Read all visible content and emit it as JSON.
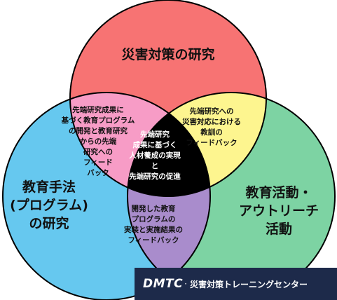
{
  "diagram": {
    "circles": {
      "top": {
        "label": [
          "災害対策の研究"
        ],
        "color": "#f77373"
      },
      "left": {
        "label": [
          "教育手法",
          "(プログラム)",
          "の研究"
        ],
        "color": "#66c8ef"
      },
      "right": {
        "label": [
          "教育活動・",
          "アウトリーチ",
          "活動"
        ],
        "color": "#7dd3a3"
      }
    },
    "overlaps": {
      "top_left": {
        "lines": [
          "先端研究成果に",
          "基づく教育プログラム",
          "の開発と教育研究",
          "からの先端",
          "研究への",
          "フィード",
          "バック"
        ],
        "color": "#f79cc6"
      },
      "top_right": {
        "lines": [
          "先端研究への",
          "災害対応における",
          "教訓の",
          "フィードバック"
        ],
        "color": "#fdf58f"
      },
      "left_right": {
        "lines": [
          "開発した教育",
          "プログラムの",
          "実装と実施結果の",
          "フィードバック"
        ],
        "color": "#a98ccc"
      },
      "center": {
        "lines": [
          "先端研究",
          "成果に基づく",
          "人材養成の実現",
          "と",
          "先端研究の促進"
        ],
        "color": "#000000"
      }
    }
  },
  "banner": {
    "logo": "DMTC",
    "separator": "·",
    "name": "災害対策トレーニングセンター"
  }
}
